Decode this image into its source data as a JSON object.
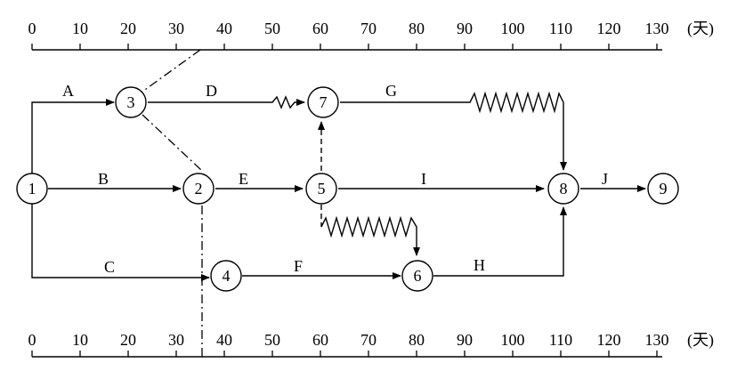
{
  "scale": {
    "unit": "(天)",
    "ticks": [
      "0",
      "10",
      "20",
      "30",
      "40",
      "50",
      "60",
      "70",
      "80",
      "90",
      "100",
      "110",
      "120",
      "130"
    ]
  },
  "nodes": [
    "1",
    "2",
    "3",
    "4",
    "5",
    "6",
    "7",
    "8",
    "9"
  ],
  "activities": {
    "A": "A",
    "B": "B",
    "C": "C",
    "D": "D",
    "E": "E",
    "F": "F",
    "G": "G",
    "H": "H",
    "I": "I",
    "J": "J"
  },
  "check_time": 35
}
